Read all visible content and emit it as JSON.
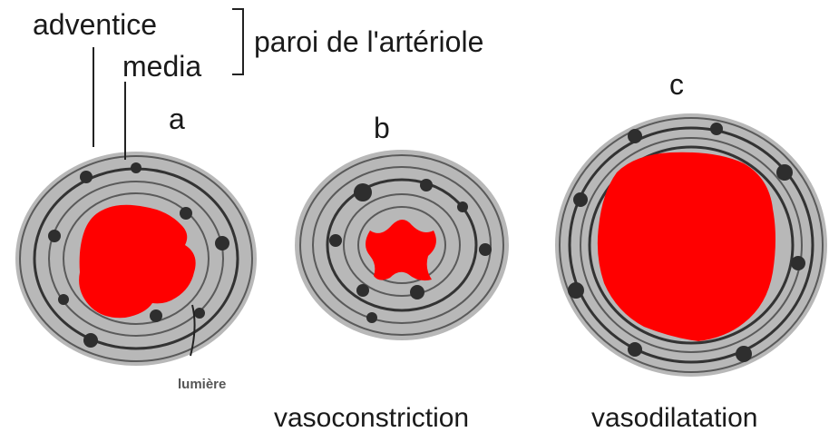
{
  "labels": {
    "adventice": "adventice",
    "media": "media",
    "wall": "paroi de l'artériole",
    "lumiere": "lumière",
    "a": "a",
    "b": "b",
    "c": "c",
    "vasoconstriction": "vasoconstriction",
    "vasodilatation": "vasodilatation"
  },
  "colors": {
    "lumen": "#ff0000",
    "wall": "#b8b8b8",
    "nucleus": "#2e2e2e"
  }
}
